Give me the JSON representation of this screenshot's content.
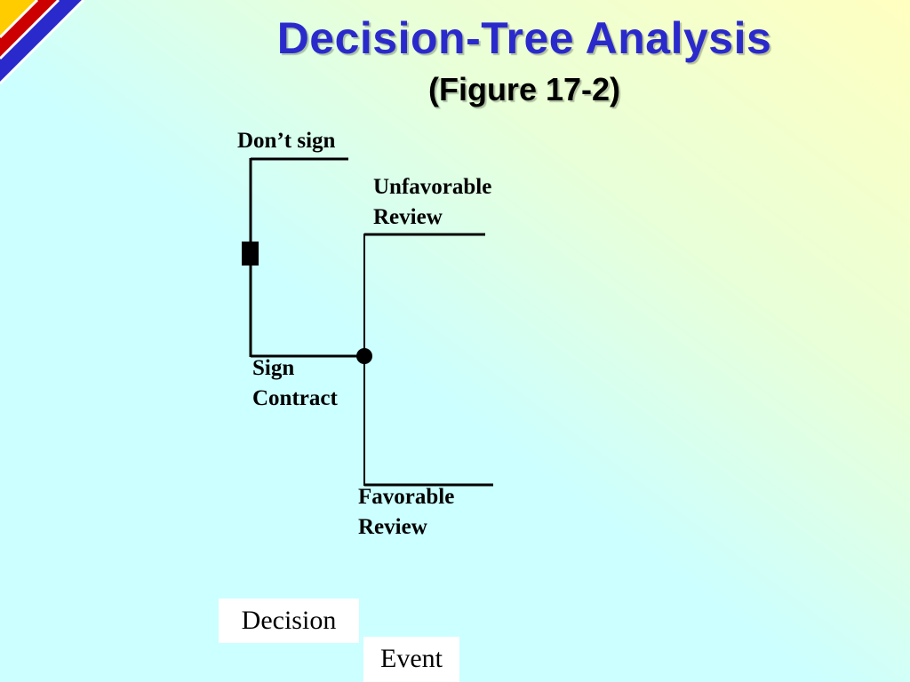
{
  "slide": {
    "title": "Decision-Tree Analysis",
    "subtitle": "(Figure 17-2)"
  },
  "tree": {
    "branches": {
      "dont_sign": "Don’t sign",
      "sign_contract_line1": "Sign",
      "sign_contract_line2": "Contract",
      "unfavorable_line1": "Unfavorable",
      "unfavorable_line2": "Review",
      "favorable_line1": "Favorable",
      "favorable_line2": "Review"
    },
    "nodes": {
      "decision_node": "decision",
      "event_node": "event"
    }
  },
  "legend": {
    "decision": "Decision",
    "event": "Event"
  },
  "colors": {
    "title": "#2a2acc",
    "corner_stripes": [
      "#ffcc00",
      "#cc0000",
      "#2a2acc"
    ]
  }
}
